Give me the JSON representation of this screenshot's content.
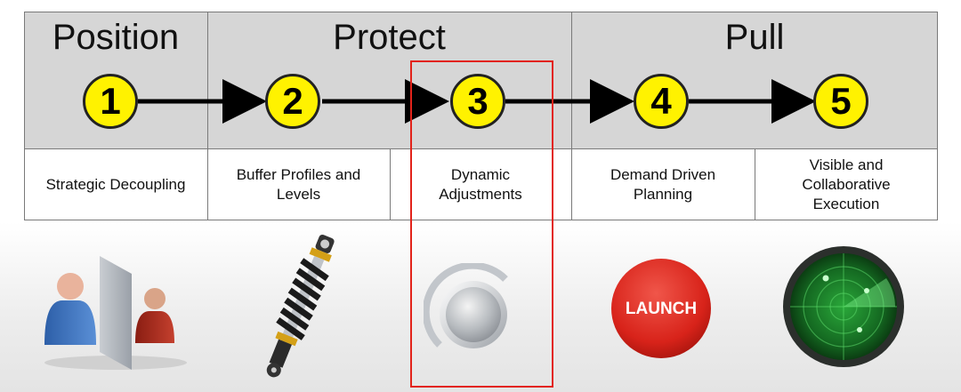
{
  "phases": [
    {
      "title": "Position"
    },
    {
      "title": "Protect"
    },
    {
      "title": "Pull"
    }
  ],
  "steps": [
    {
      "number": "1",
      "label_lines": [
        "Strategic Decoupling"
      ],
      "icon": "decoupling-people-icon"
    },
    {
      "number": "2",
      "label_lines": [
        "Buffer Profiles and",
        "Levels"
      ],
      "icon": "shock-absorber-icon"
    },
    {
      "number": "3",
      "label_lines": [
        "Dynamic",
        "Adjustments"
      ],
      "icon": "adjustment-knob-icon"
    },
    {
      "number": "4",
      "label_lines": [
        "Demand Driven",
        "Planning"
      ],
      "icon": "launch-button-icon"
    },
    {
      "number": "5",
      "label_lines": [
        "Visible and",
        "Collaborative",
        "Execution"
      ],
      "icon": "radar-screen-icon"
    }
  ],
  "launch_button": {
    "label": "LAUNCH"
  },
  "colors": {
    "header_band": "#d6d6d6",
    "step_circle": "#fff200",
    "highlight_border": "#e2231a",
    "launch_red": "#d8231a",
    "radar_green": "#1f8a2a"
  },
  "highlighted_step": "3"
}
